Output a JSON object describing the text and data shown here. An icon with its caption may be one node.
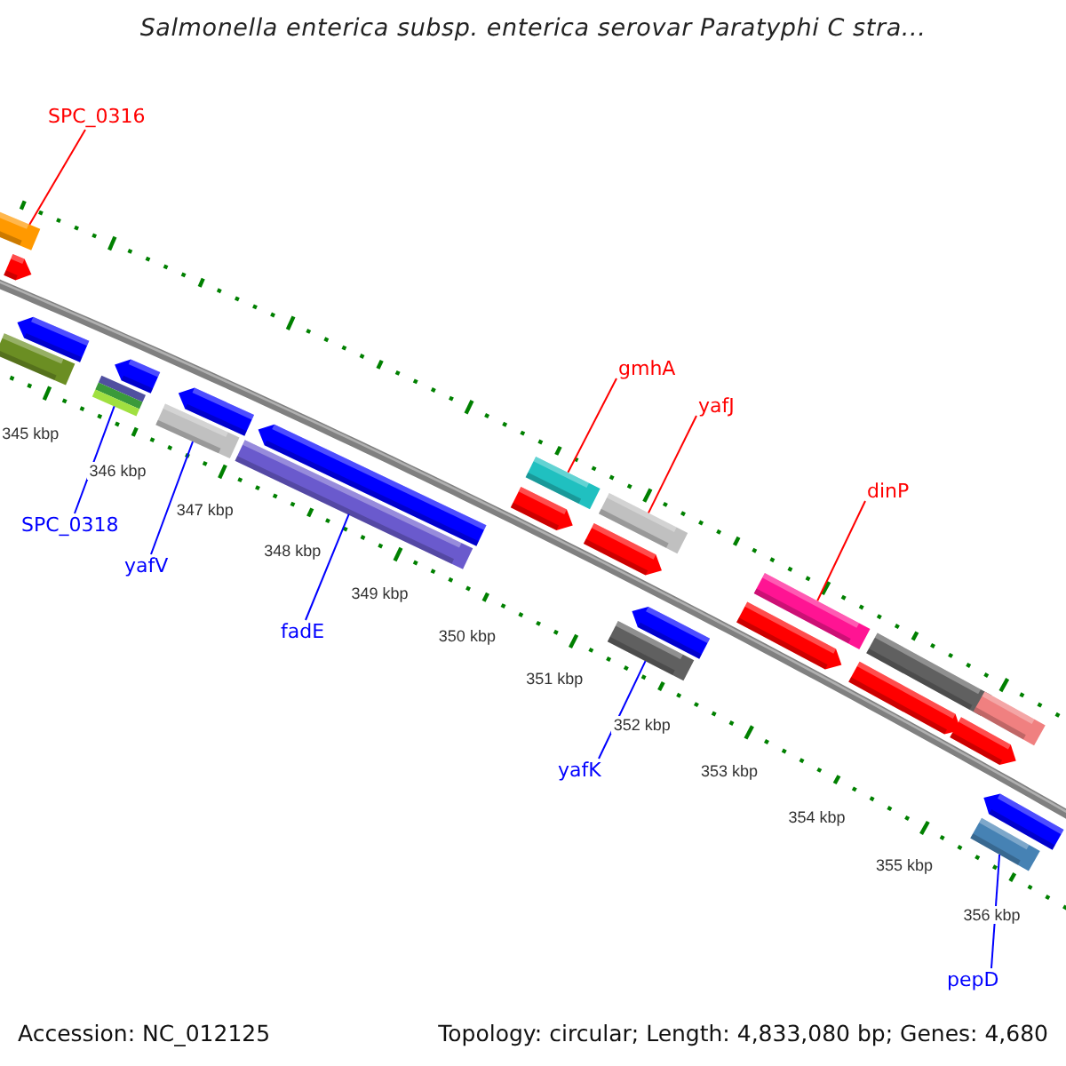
{
  "diagram": {
    "title": "Salmonella enterica subsp. enterica serovar Paratyphi C stra...",
    "nodes": [
      {
        "text": [
          "SPC_0316"
        ]
      },
      {
        "text": [
          "gmhA"
        ]
      },
      {
        "text": [
          "yafJ"
        ]
      },
      {
        "text": [
          "dinP"
        ]
      },
      {
        "text": [
          "SPC_0318"
        ]
      },
      {
        "text": [
          "yafV"
        ]
      },
      {
        "text": [
          "fadE"
        ]
      },
      {
        "text": [
          "yafK"
        ]
      },
      {
        "text": [
          "pepD"
        ]
      },
      {
        "text": [],
        "shape": "bar"
      },
      {
        "text": [],
        "shape": "bar"
      },
      {
        "text": [],
        "shape": "bar"
      },
      {
        "text": [],
        "shape": "bar"
      },
      {
        "text": [],
        "shape": "bar"
      },
      {
        "text": [],
        "shape": "bar"
      },
      {
        "text": [],
        "shape": "bar"
      },
      {
        "text": [],
        "shape": "bar"
      },
      {
        "text": [],
        "shape": "bar"
      },
      {
        "text": [],
        "shape": "bar"
      },
      {
        "text": [],
        "shape": "bar"
      },
      {
        "text": [],
        "shape": "bar"
      },
      {
        "text": [],
        "shape": "bar"
      },
      {
        "text": [],
        "shape": "bar"
      },
      {
        "text": [],
        "shape": "bar"
      },
      {
        "text": [],
        "shape": "bar"
      },
      {
        "text": [],
        "shape": "bar"
      },
      {
        "text": [],
        "shape": "bar"
      },
      {
        "text": [],
        "shape": "bar"
      },
      {
        "text": [],
        "shape": "bar"
      },
      {
        "text": [],
        "shape": "bar"
      },
      {
        "text": [],
        "shape": "bar"
      },
      {
        "text": [],
        "shape": "bar"
      },
      {
        "text": [],
        "shape": "bar"
      }
    ],
    "edges": [
      {
        "from": 0,
        "to": 9,
        "arrow": "none",
        "color": "#ff0000"
      },
      {
        "from": 1,
        "to": 20,
        "arrow": "none",
        "color": "#ff0000"
      },
      {
        "from": 2,
        "to": 21,
        "arrow": "none",
        "color": "#ff0000"
      },
      {
        "from": 3,
        "to": 26,
        "arrow": "none",
        "color": "#ff0000"
      },
      {
        "from": 4,
        "to": 14,
        "arrow": "none"
      },
      {
        "from": 5,
        "to": 16,
        "arrow": "none"
      },
      {
        "from": 6,
        "to": 18,
        "arrow": "none"
      },
      {
        "from": 7,
        "to": 23,
        "arrow": "none"
      },
      {
        "from": 8,
        "to": 32,
        "arrow": "none"
      }
    ],
    "labels": [
      "345 kbp",
      "346 kbp",
      "347 kbp",
      "348 kbp",
      "349 kbp",
      "350 kbp",
      "351 kbp",
      "352 kbp",
      "353 kbp",
      "354 kbp",
      "355 kbp",
      "356 kbp",
      "Accession: NC_012125",
      "Topology: circular; Length: 4,833,080 bp; Genes: 4,680"
    ]
  }
}
